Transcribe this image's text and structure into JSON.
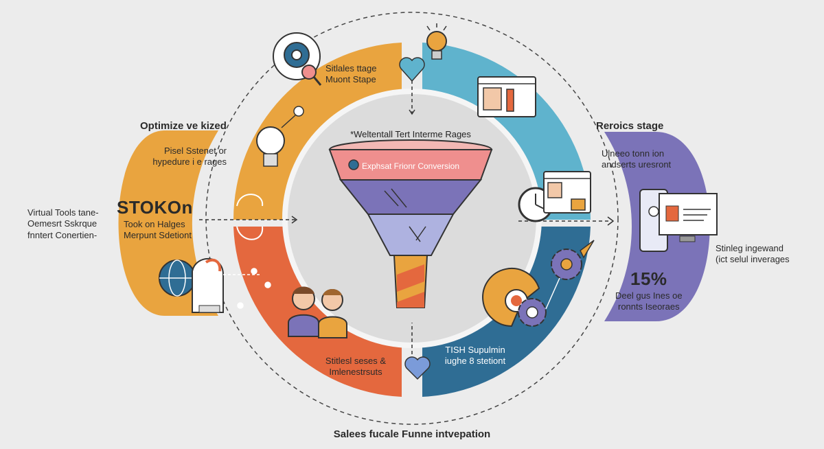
{
  "header": {
    "title_left": "Optimize ve kized",
    "title_right": "Reroics stage",
    "funnel_title": "*Weltentall Tert Interme Rages"
  },
  "top_left_stage": {
    "line1": "Sitlales ttage",
    "line2": "Muont Stape"
  },
  "left_upper": {
    "line1": "Pisel Sstenet or",
    "line2": "hypedure i e rages"
  },
  "left_big": {
    "label": "STOKOn",
    "line1": "Took on Halges",
    "line2": "Merpunt Sdetiont"
  },
  "far_left": {
    "line1": "Virtual Tools tane-",
    "line2": "Oemesrt Sskrque",
    "line3": "fnntert Conertien-"
  },
  "right_upper": {
    "line1": "Ulneeo tonn ion",
    "line2": "andserts uresront"
  },
  "far_right": {
    "line1": "Stinleg ingewand",
    "line2": "(ict selul inverages"
  },
  "right_stat": {
    "value": "15%",
    "line1": "Deel gus Ines oe",
    "line2": "ronnts Iseoraes"
  },
  "bottom_left_stage": {
    "line1": "Stitlesl seses &",
    "line2": "Imlenestrsuts"
  },
  "bottom_right_stage": {
    "line1": "TISH Supulmin",
    "line2": "iughe 8 stetiont"
  },
  "funnel": {
    "band_label": "Exphsat Frionr Conversion"
  },
  "footer": {
    "caption": "Salees fucale Funne intvepation"
  },
  "colors": {
    "yellow": "#e9a43f",
    "orange": "#e4683e",
    "teal": "#5fb3cd",
    "blue": "#2f6d94",
    "purple": "#7b73b8",
    "pink": "#ef8f8e",
    "center_circle": "#dcdcdc"
  },
  "icons": [
    "gear-magnifier-icon",
    "lightbulb-icon",
    "browser-profile-icon",
    "clock-icon",
    "profile-card-icon",
    "phone-monitor-icon",
    "globe-icon",
    "head-icon",
    "people-icon",
    "gears-icon",
    "heart-icon",
    "arrow-icon"
  ]
}
